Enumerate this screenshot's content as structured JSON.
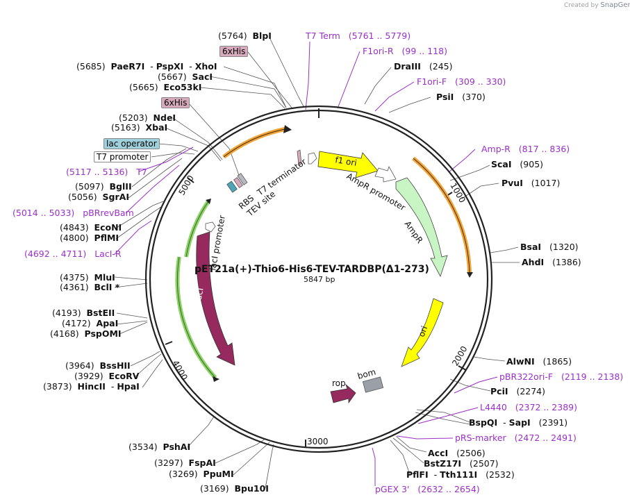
{
  "credit": {
    "text": "Created by",
    "brand": "SnapGene"
  },
  "plasmid": {
    "name": "pET21a(+)-Thio6-His6-TEV-TARDBP(Δ1-273)",
    "length": "5847 bp"
  },
  "ticks": [
    "1000",
    "2000",
    "3000",
    "4000",
    "5000"
  ],
  "colors": {
    "amp": "#c8f5c3",
    "ori": "#ffff00",
    "lacI": "#962a5e",
    "f1ori": "#ffff00",
    "backbone": "#222222",
    "primer": "#9b2fc9",
    "his_tag": "#d7a9bd",
    "lac_operator": "#9ed1db"
  },
  "features": {
    "f1_ori": "f1 ori",
    "ampr_promoter": "AmpR promoter",
    "ampr": "AmpR",
    "ori": "ori",
    "rop": "rop",
    "bom": "bom",
    "laci": "lacI",
    "laci_promoter": "lacI promoter",
    "t7_terminator": "T7 terminator",
    "rbs": "RBS",
    "tev_site": "TEV site",
    "his_tag_1": "6xHis",
    "his_tag_2": "6xHis",
    "lac_operator": "lac operator",
    "t7_promoter": "T7 promoter"
  },
  "sites": [
    {
      "pos": "(5764)",
      "name": "BlpI"
    },
    {
      "pos": "(5685)",
      "name": "PaeR7I",
      "name2": "PspXI",
      "name3": "XhoI"
    },
    {
      "pos": "(5667)",
      "name": "SacI"
    },
    {
      "pos": "(5665)",
      "name": "Eco53kI"
    },
    {
      "pos": "(5203)",
      "name": "NdeI"
    },
    {
      "pos": "(5163)",
      "name": "XbaI"
    },
    {
      "pos": "(5097)",
      "name": "BglII"
    },
    {
      "pos": "(5056)",
      "name": "SgrAI"
    },
    {
      "pos": "(4843)",
      "name": "EcoNI"
    },
    {
      "pos": "(4800)",
      "name": "PflMI"
    },
    {
      "pos": "(4375)",
      "name": "MluI"
    },
    {
      "pos": "(4361)",
      "name": "BclI *"
    },
    {
      "pos": "(4193)",
      "name": "BstEII"
    },
    {
      "pos": "(4172)",
      "name": "ApaI"
    },
    {
      "pos": "(4168)",
      "name": "PspOMI"
    },
    {
      "pos": "(3964)",
      "name": "BssHII"
    },
    {
      "pos": "(3929)",
      "name": "EcoRV"
    },
    {
      "pos": "(3873)",
      "name": "HincII",
      "name2": "HpaI"
    },
    {
      "pos": "(3534)",
      "name": "PshAI"
    },
    {
      "pos": "(3297)",
      "name": "FspAI"
    },
    {
      "pos": "(3269)",
      "name": "PpuMI"
    },
    {
      "pos": "(3169)",
      "name": "Bpu10I"
    },
    {
      "pos": "(245)",
      "name": "DraIII"
    },
    {
      "pos": "(370)",
      "name": "PsiI"
    },
    {
      "pos": "(905)",
      "name": "ScaI"
    },
    {
      "pos": "(1017)",
      "name": "PvuI"
    },
    {
      "pos": "(1320)",
      "name": "BsaI"
    },
    {
      "pos": "(1386)",
      "name": "AhdI"
    },
    {
      "pos": "(1865)",
      "name": "AlwNI"
    },
    {
      "pos": "(2274)",
      "name": "PciI"
    },
    {
      "pos": "(2391)",
      "name": "BspQI",
      "name2": "SapI"
    },
    {
      "pos": "(2506)",
      "name": "AccI"
    },
    {
      "pos": "(2507)",
      "name": "BstZ17I"
    },
    {
      "pos": "(2532)",
      "name": "PflFI",
      "name2": "Tth111I"
    }
  ],
  "primers": [
    {
      "name": "T7 Term",
      "range": "(5761 .. 5779)"
    },
    {
      "name": "F1ori-R",
      "range": "(99 .. 118)"
    },
    {
      "name": "F1ori-F",
      "range": "(309 .. 330)"
    },
    {
      "name": "Amp-R",
      "range": "(817 .. 836)"
    },
    {
      "name": "pBR322ori-F",
      "range": "(2119 .. 2138)"
    },
    {
      "name": "L4440",
      "range": "(2372 .. 2389)"
    },
    {
      "name": "pRS-marker",
      "range": "(2472 .. 2491)"
    },
    {
      "name": "pGEX 3'",
      "range": "(2632 .. 2654)"
    },
    {
      "name": "T7",
      "range": "(5117 .. 5136)"
    },
    {
      "name": "pBRrevBam",
      "range": "(5014 .. 5033)"
    },
    {
      "name": "LacI-R",
      "range": "(4692 .. 4711)"
    }
  ]
}
